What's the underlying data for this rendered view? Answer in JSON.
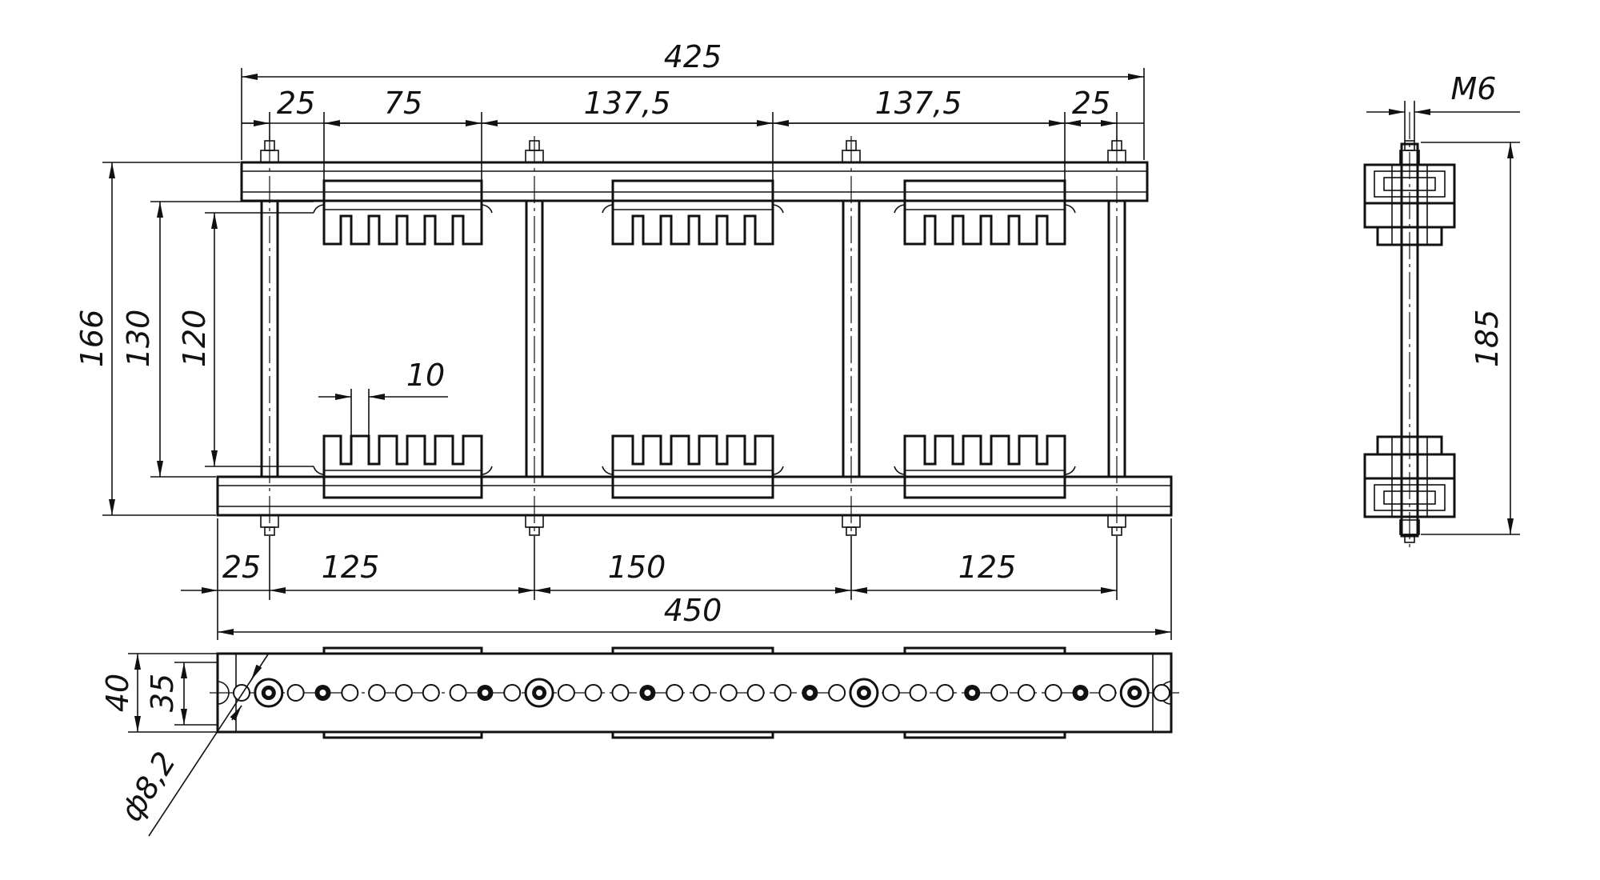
{
  "drawing": {
    "front_view": {
      "top_dimensions": {
        "overall": "425",
        "left_end": "25",
        "first_span": "75",
        "second_span": "137,5",
        "third_span": "137,5",
        "right_end": "25"
      },
      "left_dimensions": {
        "outer_height": "166",
        "middle_height": "130",
        "inner_height": "120"
      },
      "slot_width": "10",
      "bottom_dimensions": {
        "left_end": "25",
        "first_span": "125",
        "middle_span": "150",
        "last_span": "125",
        "overall": "450"
      }
    },
    "plan_view": {
      "height_outer": "40",
      "height_inner": "35",
      "hole_diameter": "ф8,2"
    },
    "side_view": {
      "thread": "M6",
      "height": "185"
    }
  }
}
